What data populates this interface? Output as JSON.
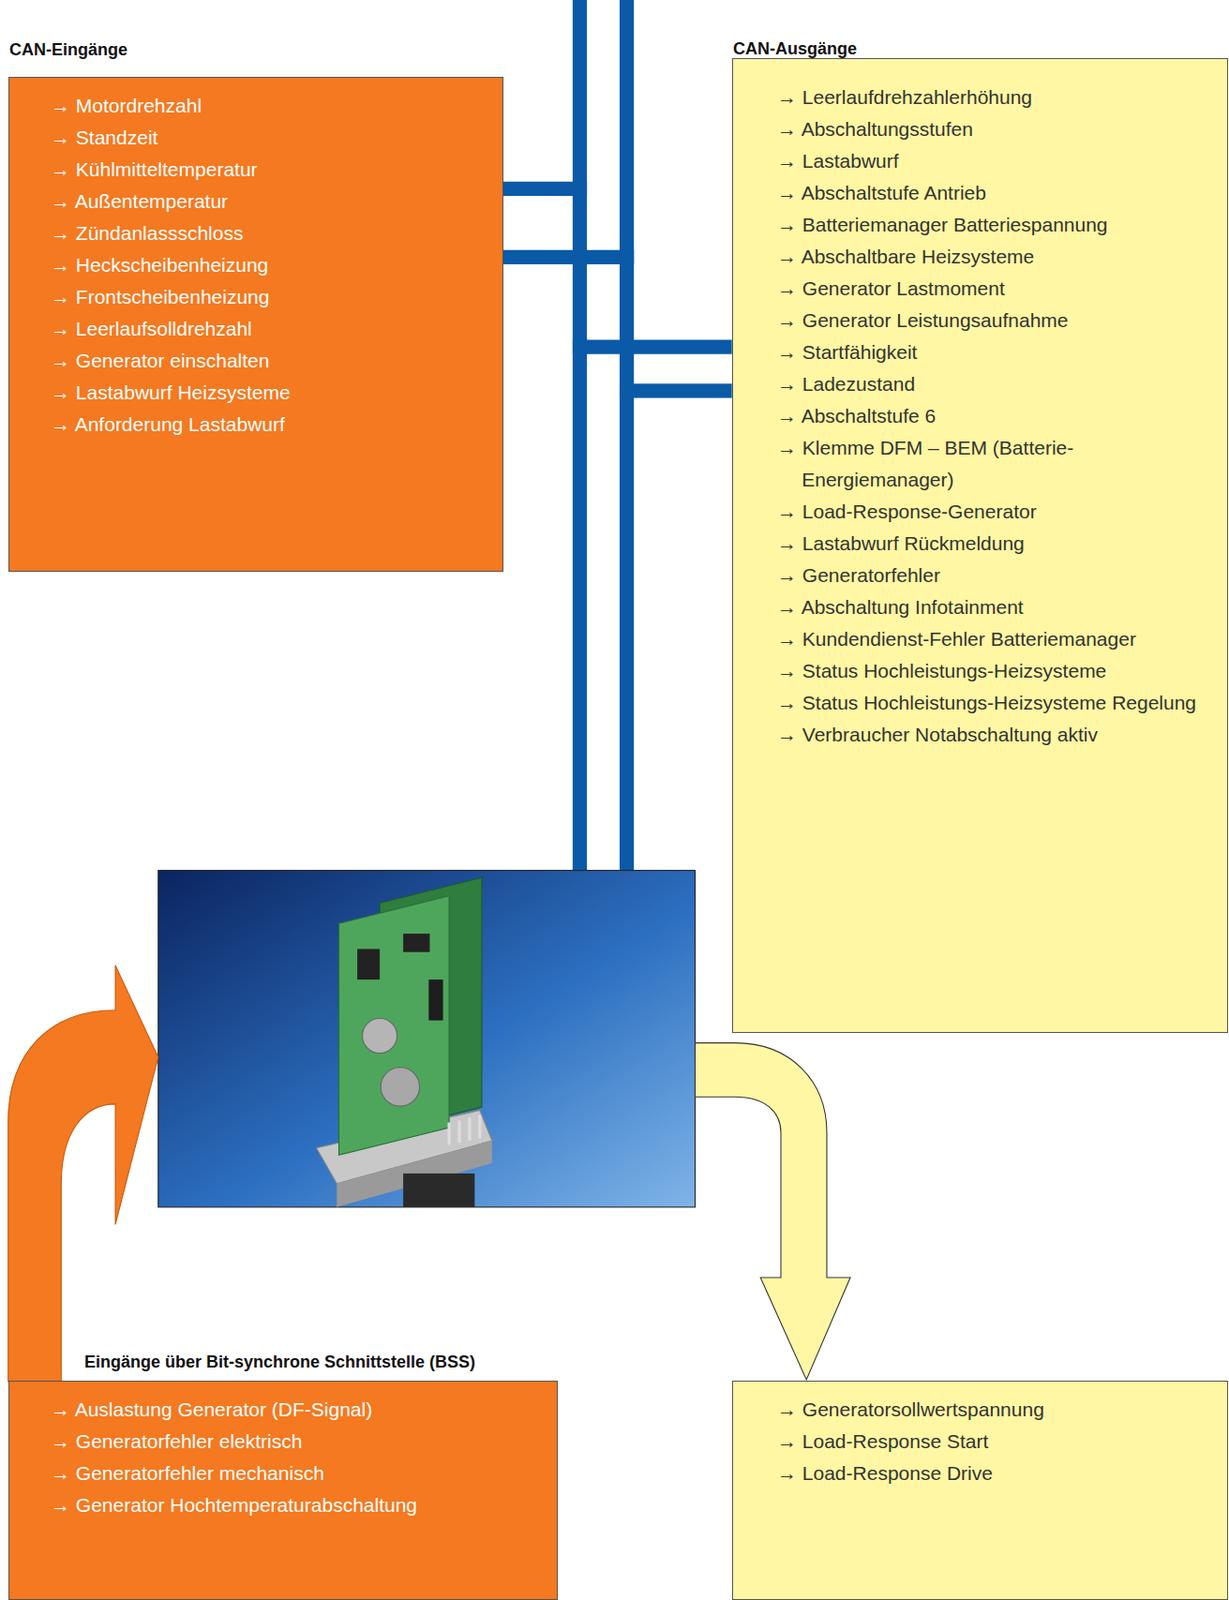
{
  "diagram": {
    "nodes": [
      {
        "text": [
          "CAN-Eingänge",
          "→ Motordrehzahl",
          "→ Standzeit",
          "→ Kühlmitteltemperatur",
          "→ Außentemperatur",
          "→ Zündanlassschloss",
          "→ Heckscheibenheizung",
          "→ Frontscheibenheizung",
          "→ Leerlaufsolldrehzahl",
          "→ Generator einschalten",
          "→ Lastabwurf Heizsysteme",
          "→ Anforderung Lastabwurf"
        ]
      },
      {
        "text": [
          "CAN-Ausgänge",
          "→ Leerlaufdrehzahlerhöhung",
          "→ Abschaltungsstufen",
          "→ Lastabwurf",
          "→ Abschaltstufe Antrieb",
          "→ Batteriemanager Batteriespannung",
          "→ Abschaltbare Heizsysteme",
          "→ Generator Lastmoment",
          "→ Generator Leistungsaufnahme",
          "→ Startfähigkeit",
          "→ Ladezustand",
          "→ Abschaltstufe 6",
          "→ Klemme DFM – BEM (Batterie-Energiemanager)",
          "→ Load-Response-Generator",
          "→ Lastabwurf Rückmeldung",
          "→ Generatorfehler",
          "→ Abschaltung Infotainment",
          "→ Kundendienst-Fehler Batteriemanager",
          "→ Status Hochleistungs-Heizsysteme",
          "→ Status Hochleistungs-Heizsysteme Regelung",
          "→ Verbraucher Notabschaltung aktiv"
        ]
      },
      {
        "text": [
          "Eingänge über Bit-synchrone Schnittstelle (BSS)",
          "→ Auslastung Generator (DF-Signal)",
          "→ Generatorfehler elektrisch",
          "→ Generatorfehler mechanisch",
          "→ Generator Hochtemperaturabschaltung"
        ]
      },
      {
        "text": [
          "→ Generatorsollwertspannung",
          "→ Load-Response Start",
          "→ Load-Response Drive"
        ]
      }
    ]
  }
}
